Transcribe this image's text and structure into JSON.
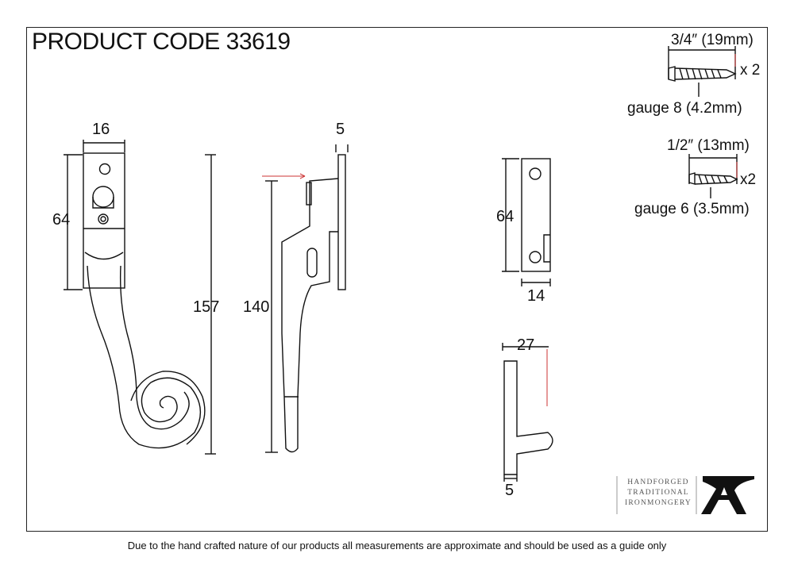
{
  "title": "PRODUCT CODE 33619",
  "dimensions": {
    "handle_width": "16",
    "handle_fixing": "64",
    "handle_length": "157",
    "side_length": "140",
    "side_plate": "5",
    "keep_height": "64",
    "keep_width": "14",
    "hook_depth": "27",
    "hook_plate": "5"
  },
  "screws": [
    {
      "length": "3/4″ (19mm)",
      "qty": "x 2",
      "gauge": "gauge 8 (4.2mm)"
    },
    {
      "length": "1/2″ (13mm)",
      "qty": "x2",
      "gauge": "gauge 6 (3.5mm)"
    }
  ],
  "logo": {
    "lines": [
      "HANDFORGED",
      "TRADITIONAL",
      "IRONMONGERY"
    ],
    "mark": "A"
  },
  "footer": "Due to the hand crafted nature of our products all measurements are approximate and should be used as a guide only",
  "colors": {
    "line": "#111111",
    "accent": "#cc3333",
    "logo": "#555555"
  }
}
